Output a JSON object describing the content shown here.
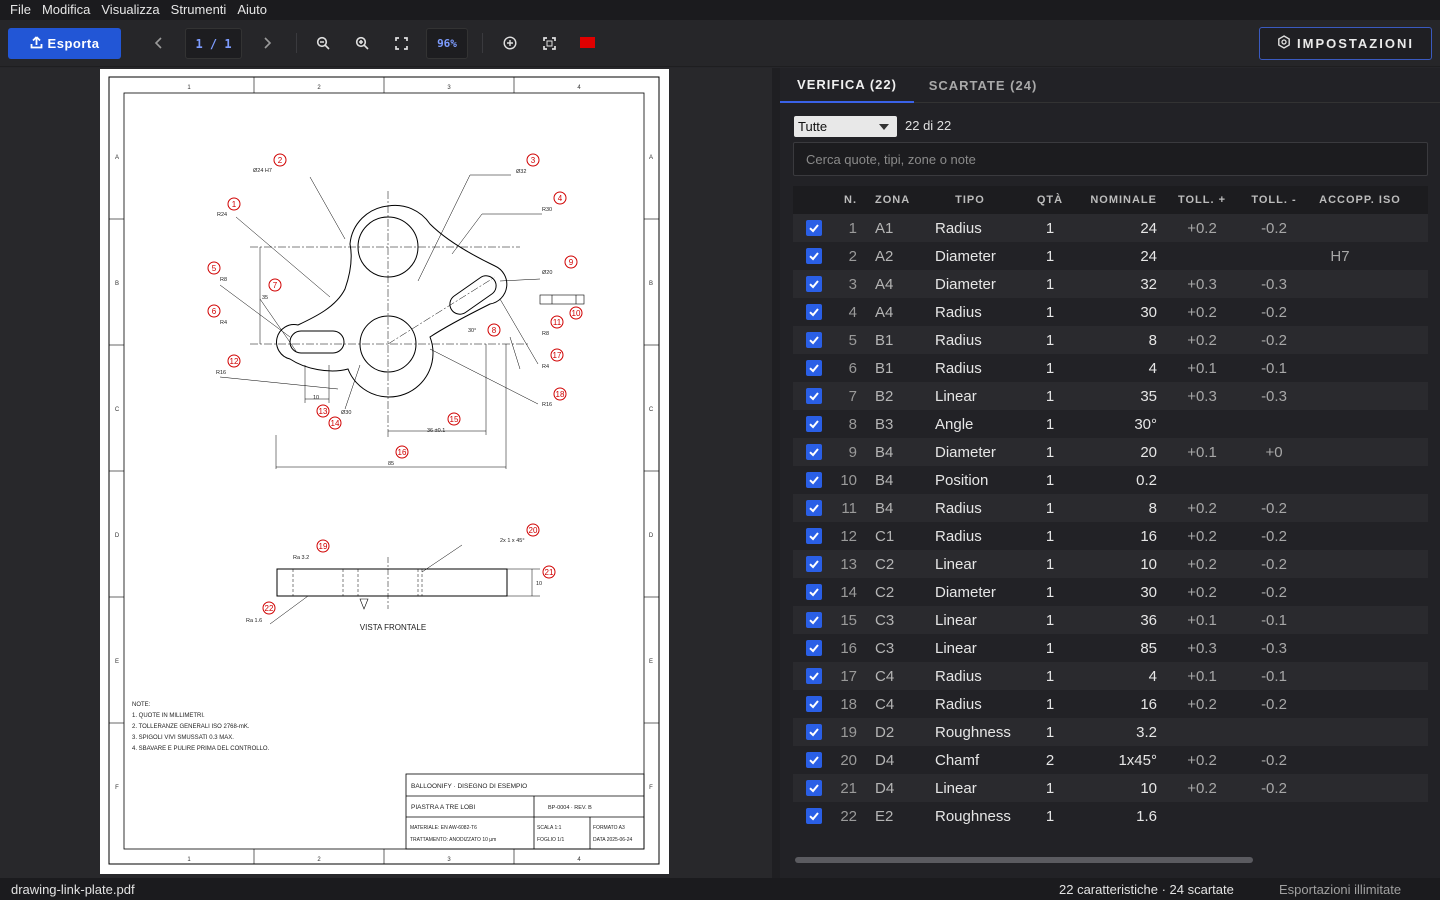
{
  "menu": {
    "items": [
      "File",
      "Modifica",
      "Visualizza",
      "Strumenti",
      "Aiuto"
    ]
  },
  "toolbar": {
    "export_label": "Esporta",
    "page_indicator": "1 / 1",
    "zoom": "96%",
    "settings_label": "IMPOSTAZIONI",
    "markup_color": "#e00000"
  },
  "tabs": {
    "verify": "VERIFICA (22)",
    "discarded": "SCARTATE (24)"
  },
  "filter": {
    "selected": "Tutte",
    "count": "22 di 22"
  },
  "search": {
    "placeholder": "Cerca quote, tipi, zone o note"
  },
  "columns": [
    "N.",
    "ZONA",
    "TIPO",
    "QTÀ",
    "NOMINALE",
    "TOLL. +",
    "TOLL. -",
    "ACCOPP. ISO"
  ],
  "rows": [
    {
      "n": "1",
      "zona": "A1",
      "tipo": "Radius",
      "qta": "1",
      "nominale": "24",
      "tp": "+0.2",
      "tm": "-0.2",
      "iso": ""
    },
    {
      "n": "2",
      "zona": "A2",
      "tipo": "Diameter",
      "qta": "1",
      "nominale": "24",
      "tp": "",
      "tm": "",
      "iso": "H7"
    },
    {
      "n": "3",
      "zona": "A4",
      "tipo": "Diameter",
      "qta": "1",
      "nominale": "32",
      "tp": "+0.3",
      "tm": "-0.3",
      "iso": ""
    },
    {
      "n": "4",
      "zona": "A4",
      "tipo": "Radius",
      "qta": "1",
      "nominale": "30",
      "tp": "+0.2",
      "tm": "-0.2",
      "iso": ""
    },
    {
      "n": "5",
      "zona": "B1",
      "tipo": "Radius",
      "qta": "1",
      "nominale": "8",
      "tp": "+0.2",
      "tm": "-0.2",
      "iso": ""
    },
    {
      "n": "6",
      "zona": "B1",
      "tipo": "Radius",
      "qta": "1",
      "nominale": "4",
      "tp": "+0.1",
      "tm": "-0.1",
      "iso": ""
    },
    {
      "n": "7",
      "zona": "B2",
      "tipo": "Linear",
      "qta": "1",
      "nominale": "35",
      "tp": "+0.3",
      "tm": "-0.3",
      "iso": ""
    },
    {
      "n": "8",
      "zona": "B3",
      "tipo": "Angle",
      "qta": "1",
      "nominale": "30°",
      "tp": "",
      "tm": "",
      "iso": ""
    },
    {
      "n": "9",
      "zona": "B4",
      "tipo": "Diameter",
      "qta": "1",
      "nominale": "20",
      "tp": "+0.1",
      "tm": "+0",
      "iso": ""
    },
    {
      "n": "10",
      "zona": "B4",
      "tipo": "Position",
      "qta": "1",
      "nominale": "0.2",
      "tp": "",
      "tm": "",
      "iso": ""
    },
    {
      "n": "11",
      "zona": "B4",
      "tipo": "Radius",
      "qta": "1",
      "nominale": "8",
      "tp": "+0.2",
      "tm": "-0.2",
      "iso": ""
    },
    {
      "n": "12",
      "zona": "C1",
      "tipo": "Radius",
      "qta": "1",
      "nominale": "16",
      "tp": "+0.2",
      "tm": "-0.2",
      "iso": ""
    },
    {
      "n": "13",
      "zona": "C2",
      "tipo": "Linear",
      "qta": "1",
      "nominale": "10",
      "tp": "+0.2",
      "tm": "-0.2",
      "iso": ""
    },
    {
      "n": "14",
      "zona": "C2",
      "tipo": "Diameter",
      "qta": "1",
      "nominale": "30",
      "tp": "+0.2",
      "tm": "-0.2",
      "iso": ""
    },
    {
      "n": "15",
      "zona": "C3",
      "tipo": "Linear",
      "qta": "1",
      "nominale": "36",
      "tp": "+0.1",
      "tm": "-0.1",
      "iso": ""
    },
    {
      "n": "16",
      "zona": "C3",
      "tipo": "Linear",
      "qta": "1",
      "nominale": "85",
      "tp": "+0.3",
      "tm": "-0.3",
      "iso": ""
    },
    {
      "n": "17",
      "zona": "C4",
      "tipo": "Radius",
      "qta": "1",
      "nominale": "4",
      "tp": "+0.1",
      "tm": "-0.1",
      "iso": ""
    },
    {
      "n": "18",
      "zona": "C4",
      "tipo": "Radius",
      "qta": "1",
      "nominale": "16",
      "tp": "+0.2",
      "tm": "-0.2",
      "iso": ""
    },
    {
      "n": "19",
      "zona": "D2",
      "tipo": "Roughness",
      "qta": "1",
      "nominale": "3.2",
      "tp": "",
      "tm": "",
      "iso": ""
    },
    {
      "n": "20",
      "zona": "D4",
      "tipo": "Chamf",
      "qta": "2",
      "nominale": "1x45°",
      "tp": "+0.2",
      "tm": "-0.2",
      "iso": ""
    },
    {
      "n": "21",
      "zona": "D4",
      "tipo": "Linear",
      "qta": "1",
      "nominale": "10",
      "tp": "+0.2",
      "tm": "-0.2",
      "iso": ""
    },
    {
      "n": "22",
      "zona": "E2",
      "tipo": "Roughness",
      "qta": "1",
      "nominale": "1.6",
      "tp": "",
      "tm": "",
      "iso": ""
    }
  ],
  "drawing": {
    "col_labels": [
      "1",
      "2",
      "3",
      "4"
    ],
    "row_labels": [
      "A",
      "B",
      "C",
      "D",
      "E",
      "F"
    ],
    "balloons": [
      "1",
      "2",
      "3",
      "4",
      "5",
      "6",
      "7",
      "8",
      "9",
      "10",
      "11",
      "12",
      "13",
      "14",
      "15",
      "16",
      "17",
      "18",
      "19",
      "20",
      "21",
      "22"
    ],
    "dims": {
      "d1": "R24",
      "d2": "Ø24 H7",
      "d3": "Ø32",
      "d4": "R30",
      "d5": "R8",
      "d6": "R4",
      "d7": "35",
      "d8": "30°",
      "d9": "Ø20",
      "d11": "R8",
      "d12": "R16",
      "d13": "10",
      "d14": "Ø30",
      "d15": "36 ±0.1",
      "d16": "85",
      "d17": "R4",
      "d18": "R16",
      "d19": "Ra 3.2",
      "d20": "2x 1 x 45°",
      "d21": "10",
      "d22": "Ra 1.6"
    },
    "view_label": "VISTA FRONTALE",
    "notes_title": "NOTE:",
    "notes": [
      "1. QUOTE IN MILLIMETRI.",
      "2. TOLLERANZE GENERALI ISO 2768-mK.",
      "3. SPIGOLI VIVI SMUSSATI 0.3 MAX.",
      "4. SBAVARE E PULIRE PRIMA DEL CONTROLLO."
    ],
    "title_block": {
      "company": "BALLOONIFY · DISEGNO DI ESEMPIO",
      "part": "PIASTRA A TRE LOBI",
      "part_no": "BP-0004 · REV. B",
      "material": "MATERIALE: EN AW-6082-T6",
      "treatment": "TRATTAMENTO: ANODIZZATO 10 µm",
      "scale": "SCALA 1:1",
      "sheet": "FOGLIO 1/1",
      "format": "FORMATO A3",
      "date": "DATA 2025-06-24"
    }
  },
  "status": {
    "filename": "drawing-link-plate.pdf",
    "stats": "22 caratteristiche  ·  24 scartate",
    "license": "Esportazioni illimitate"
  }
}
